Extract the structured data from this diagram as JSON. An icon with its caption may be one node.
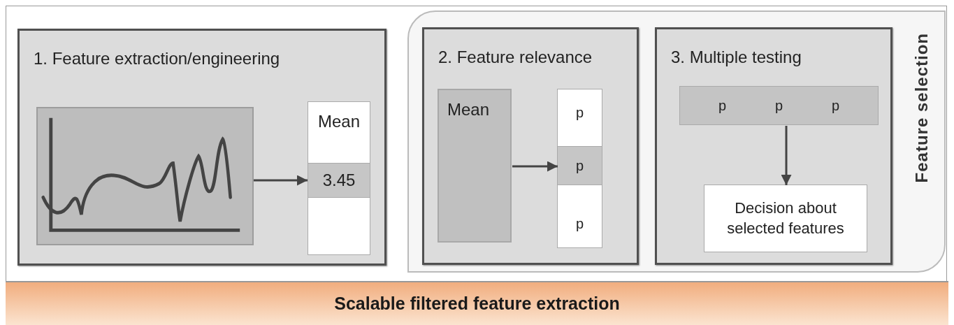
{
  "diagram": {
    "nodes": [
      {
        "text": [
          "1. Feature extraction/engineering"
        ]
      },
      {
        "text": [],
        "shape": "picture",
        "in": 0
      },
      {
        "text": [
          "Mean"
        ],
        "in": 0
      },
      {
        "text": [
          "3.45"
        ],
        "in": 2
      },
      {
        "text": [
          "Feature selection"
        ]
      },
      {
        "text": [
          "2. Feature relevance"
        ],
        "in": 4
      },
      {
        "text": [
          "Mean"
        ],
        "in": 5
      },
      {
        "text": [
          "p",
          "p"
        ],
        "in": 5
      },
      {
        "text": [
          "p"
        ],
        "in": 7
      },
      {
        "text": [
          "3. Multiple testing"
        ],
        "in": 4
      },
      {
        "text": [
          "p",
          "p",
          "p"
        ],
        "in": 9
      },
      {
        "text": [
          "Decision about selected features"
        ],
        "in": 9
      },
      {
        "text": [
          "Scalable filtered feature extraction"
        ]
      }
    ],
    "edges": [
      {
        "from": 1,
        "to": 3,
        "arrow": "to"
      },
      {
        "from": 6,
        "to": 8,
        "arrow": "to"
      },
      {
        "from": 10,
        "to": 11,
        "arrow": "to"
      }
    ]
  }
}
